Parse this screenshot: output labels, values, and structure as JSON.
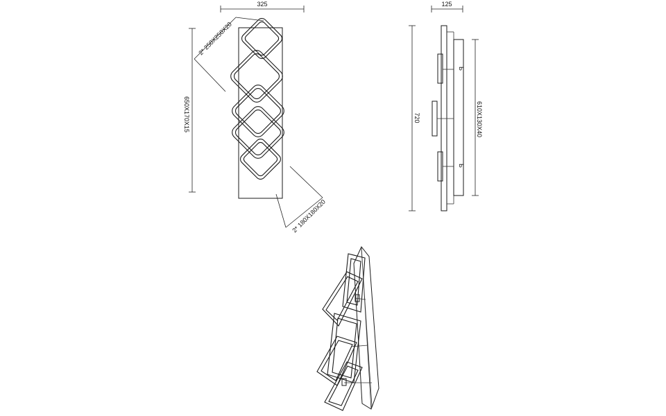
{
  "dimensions": {
    "front_width": "325",
    "side_depth": "125",
    "front_height": "650X170X15",
    "side_height": "720",
    "side_body": "610X130X40",
    "large_ring": "2* 250X250X20",
    "small_ring": "2* 180X180X20"
  },
  "side_marks": {
    "top": "Ь",
    "bottom": "Ь"
  },
  "colors": {
    "line": "#1a1a1a",
    "background": "#ffffff"
  }
}
